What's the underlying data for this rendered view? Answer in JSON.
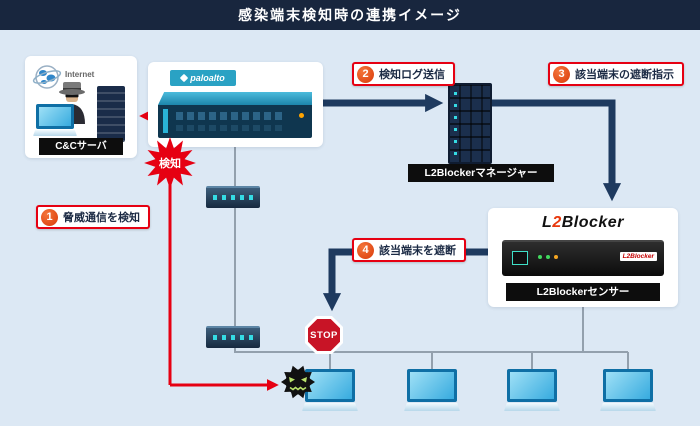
{
  "header": {
    "title": "感染端末検知時の連携イメージ"
  },
  "cnc": {
    "internet": "Internet",
    "label": "C&Cサーバ"
  },
  "paloalto": {
    "logo": "paloalto"
  },
  "burst": {
    "label": "検知"
  },
  "callouts": [
    {
      "num": "1",
      "text": "脅威通信を検知"
    },
    {
      "num": "2",
      "text": "検知ログ送信"
    },
    {
      "num": "3",
      "text": "該当端末の遮断指示"
    },
    {
      "num": "4",
      "text": "該当端末を遮断"
    }
  ],
  "manager": {
    "label": "L2Blockerマネージャー"
  },
  "sensor": {
    "logo_l": "L",
    "logo_2": "2",
    "logo_rest": "Blocker",
    "device_text": "L2Blocker",
    "label": "L2Blockerセンサー"
  },
  "stop": {
    "label": "STOP"
  },
  "colors": {
    "header_bg": "#18263e",
    "background": "#dce8f4",
    "arrow_navy": "#1e3a5f",
    "alert_red": "#e60012",
    "badge_orange": "#e44a0e",
    "label_bg": "#0d0d0d",
    "device_blue": "#2fa7da"
  }
}
